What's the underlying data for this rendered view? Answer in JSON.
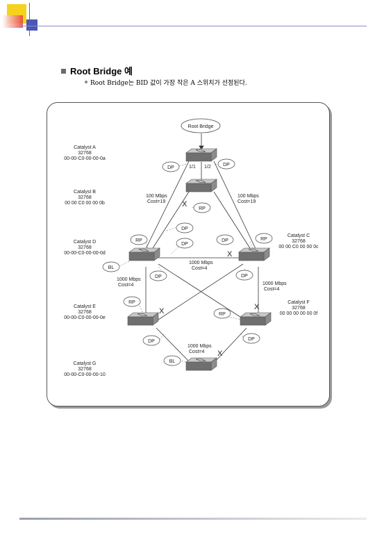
{
  "header": {
    "title": "Root Bridge 예",
    "bullet": "Root Bridge는 BID 값이 가장 작은 A 스위치가 선정된다."
  },
  "diagram": {
    "root_bridge_label": "Root Bridge",
    "catalysts": [
      {
        "name": "Catalyst A",
        "priority": "32768",
        "mac": "00-00-C0-00-00-0a"
      },
      {
        "name": "Catalyst B",
        "priority": "32768",
        "mac": "00 00 C0 00 00 0b"
      },
      {
        "name": "Catalyst D",
        "priority": "32768",
        "mac": "00-00-C0-00-00-0d"
      },
      {
        "name": "Catalyst E",
        "priority": "32768",
        "mac": "00-00-C0-00-00-0e"
      },
      {
        "name": "Catalyst G",
        "priority": "32768",
        "mac": "00-00-C0-00-00-10"
      },
      {
        "name": "Catalyst C",
        "priority": "32768",
        "mac": "00 00 C0 00 00 0c"
      },
      {
        "name": "Catalyst F",
        "priority": "32768",
        "mac": "00 00 00 00 00 0f"
      }
    ],
    "ports": {
      "a_left": "1/1",
      "a_right": "1/2"
    },
    "links": {
      "a_d": [
        "100 Mbps",
        "Cost=19"
      ],
      "a_c": [
        "100 Mbps",
        "Cost=19"
      ],
      "d_c": [
        "1000 Mbps",
        "Cost=4"
      ],
      "d_e": [
        "1000 Mbps",
        "Cost=4"
      ],
      "c_f": [
        "1000 Mbps",
        "Cost=4"
      ],
      "e_g": [
        "1000 Mbps",
        "Cost=4"
      ]
    },
    "roles": {
      "dp": "DP",
      "rp": "RP",
      "bl": "BL",
      "x": "X"
    }
  },
  "colors": {
    "deco_yellow": "#f5d21c",
    "deco_red": "#e8403a",
    "deco_blue": "#2b3aa8",
    "switch_top": "#b8b8b8",
    "switch_front": "#7a7a7a"
  }
}
